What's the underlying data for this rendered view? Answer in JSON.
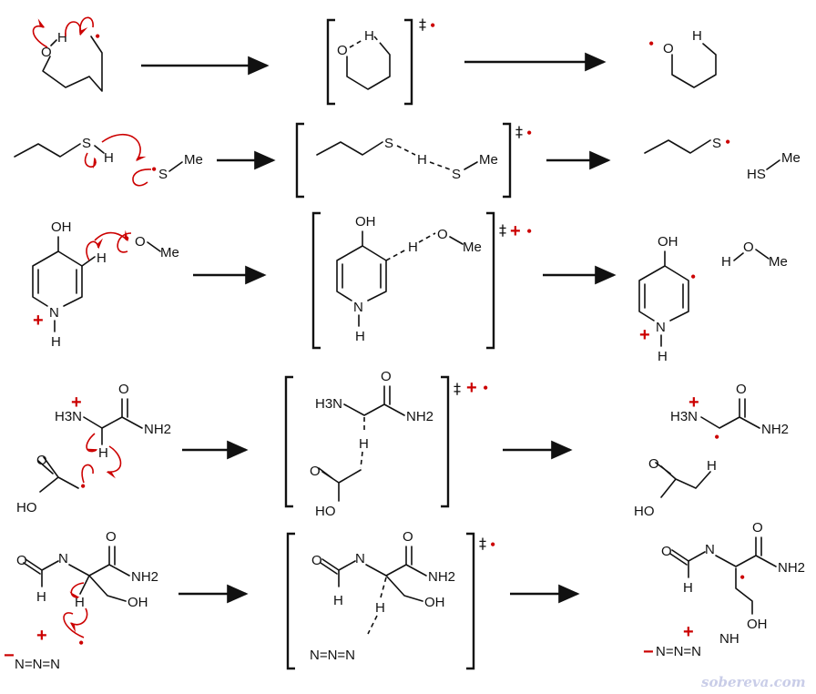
{
  "symbols": {
    "ts": "‡",
    "plus": "+",
    "minus": "−",
    "dot": "•"
  },
  "watermark": "sobereva.com",
  "atoms": {
    "O": "O",
    "H": "H",
    "S": "S",
    "N": "N",
    "OH": "OH",
    "HO": "HO",
    "Me": "Me",
    "HS": "HS",
    "H3N": "H3N",
    "NH2": "NH2",
    "NH": "NH",
    "N3": "N=N=N"
  },
  "rows": [
    {
      "id": "intramolecular-O-H-abstraction"
    },
    {
      "id": "thiol-H-transfer"
    },
    {
      "id": "pyridinium-CH-abstraction"
    },
    {
      "id": "glycinamide-H-abstraction"
    },
    {
      "id": "serinamide-azide-H-abstraction"
    }
  ],
  "colors": {
    "accent": "#cc0000",
    "ink": "#111111",
    "watermark": "#c9cde8"
  }
}
